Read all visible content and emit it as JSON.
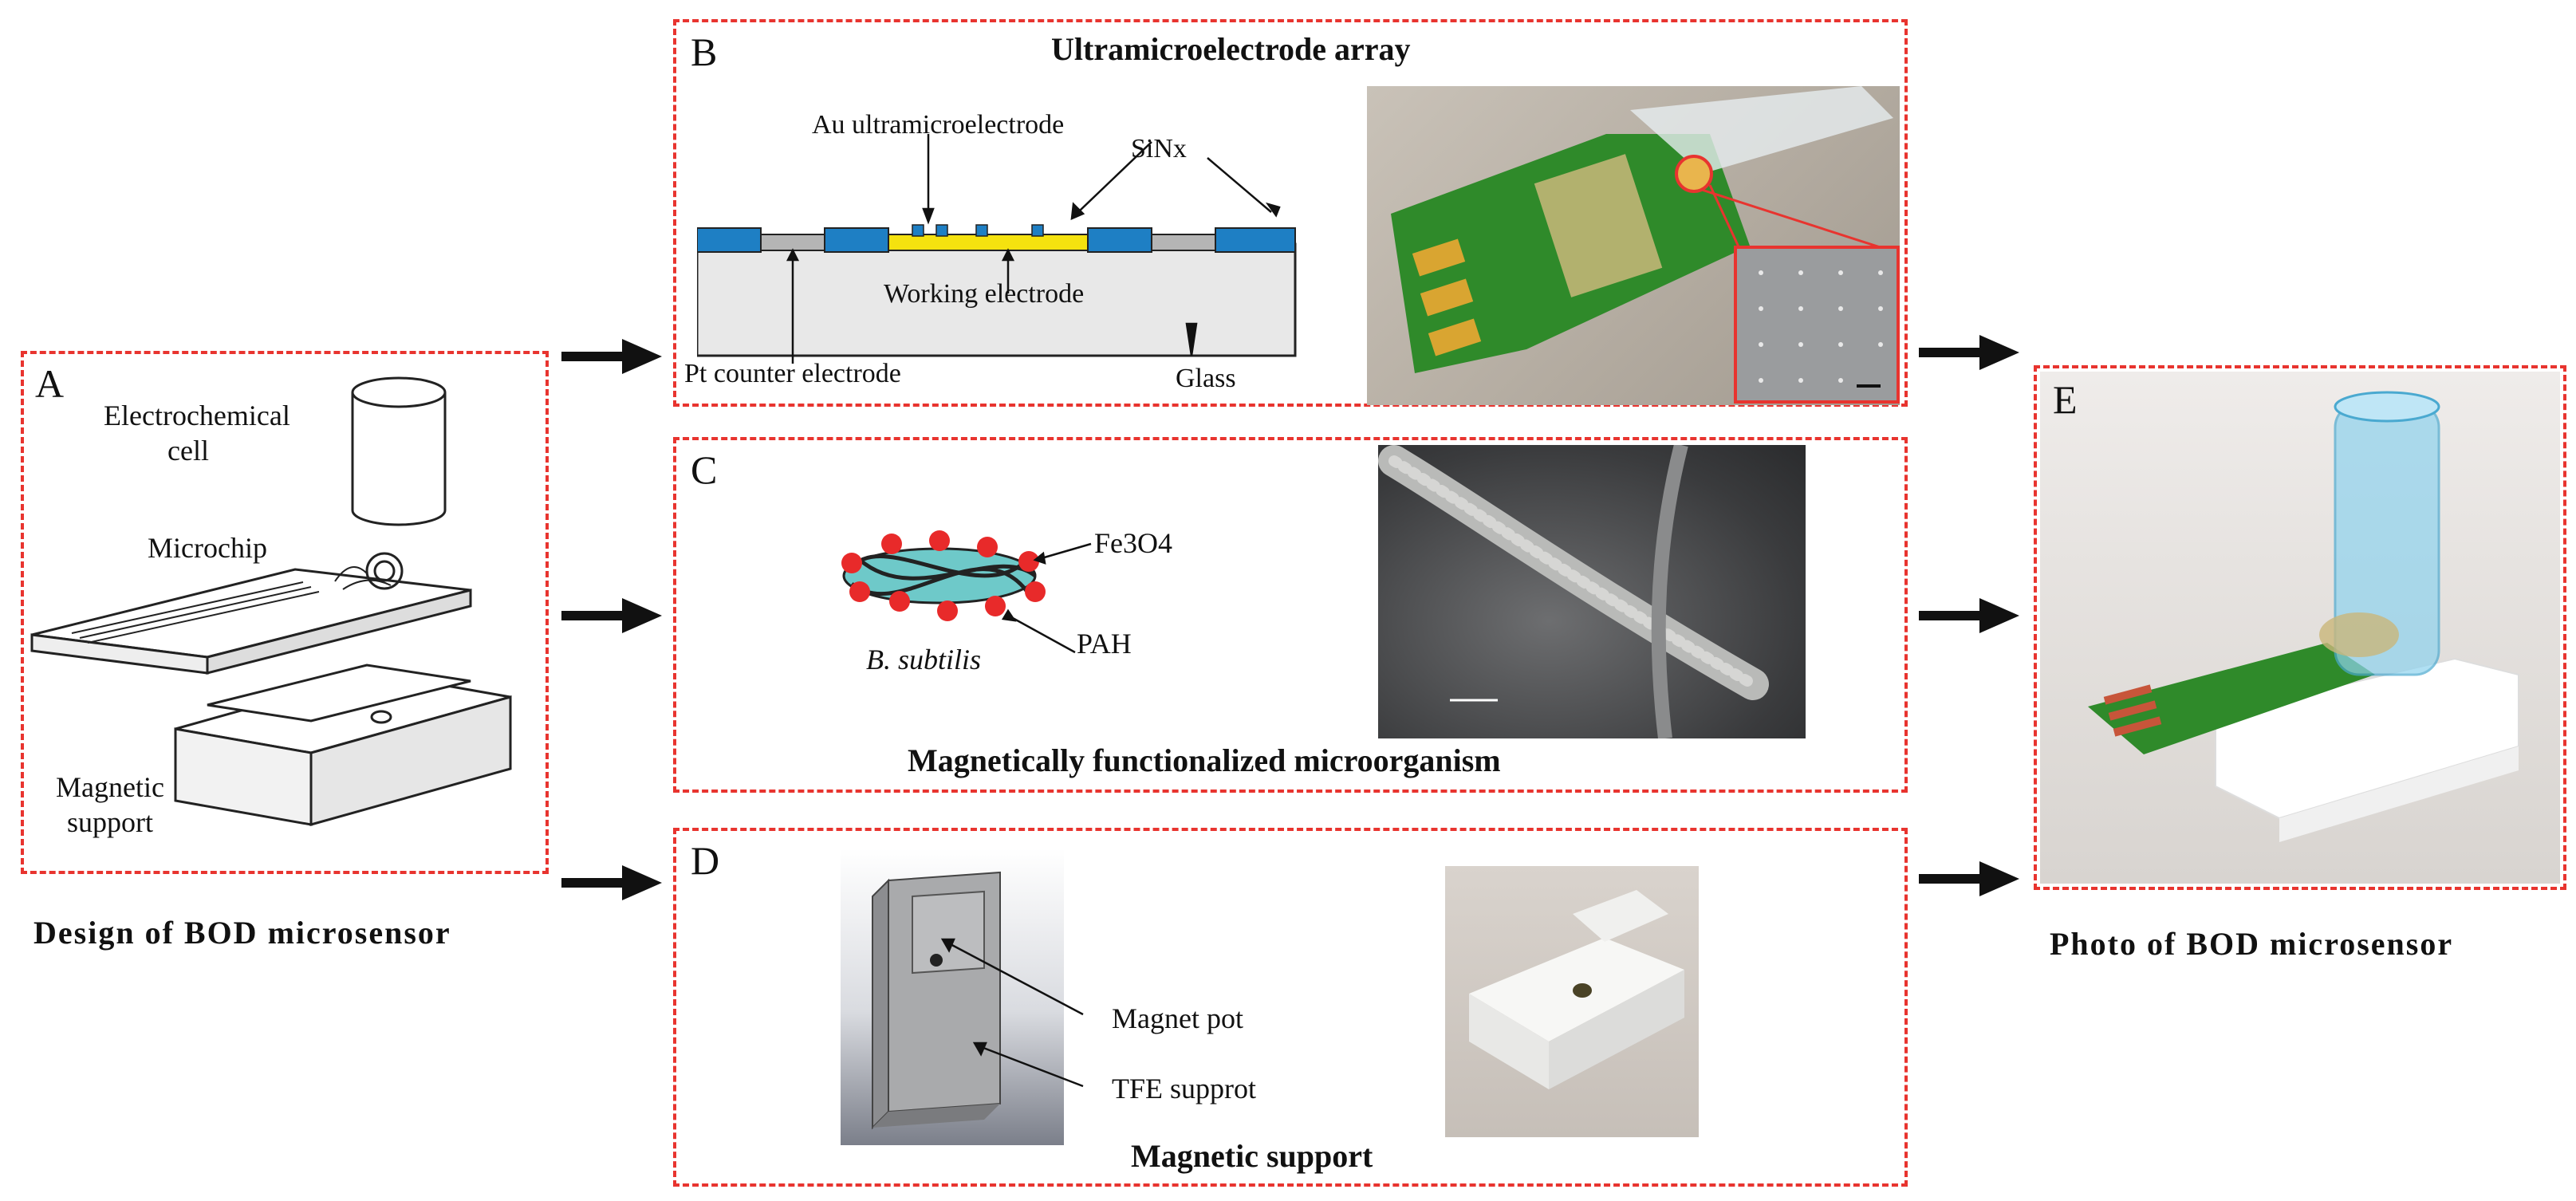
{
  "panels": {
    "a": {
      "letter": "A",
      "labels": {
        "cell_line1": "Electrochemical",
        "cell_line2": "cell",
        "microchip": "Microchip",
        "support_line1": "Magnetic",
        "support_line2": "support"
      },
      "caption": "Design of BOD microsensor"
    },
    "b": {
      "letter": "B",
      "title": "Ultramicroelectrode array",
      "labels": {
        "au": "Au ultramicroelectrode",
        "sin": "SiNx",
        "working": "Working electrode",
        "pt": "Pt counter electrode",
        "glass": "Glass"
      }
    },
    "c": {
      "letter": "C",
      "caption": "Magnetically functionalized microorganism",
      "labels": {
        "fe": "Fe3O4",
        "pah": "PAH",
        "bsub": "B. subtilis"
      }
    },
    "d": {
      "letter": "D",
      "caption": "Magnetic support",
      "labels": {
        "magnet_pot": "Magnet pot",
        "tfe": "TFE supprot"
      }
    },
    "e": {
      "letter": "E",
      "caption": "Photo of BOD microsensor"
    }
  },
  "colors": {
    "dash_border": "#e8342f",
    "pcb_green": "#2f8a2a",
    "gold": "#d9a531",
    "sinx_blue": "#1e7fc4",
    "au_yellow": "#f5e20f",
    "pt_gray": "#b5b5b5",
    "particle_red": "#e82a2a",
    "cell_teal": "#6ec9c9",
    "tube_blue": "#8fd3ee"
  }
}
